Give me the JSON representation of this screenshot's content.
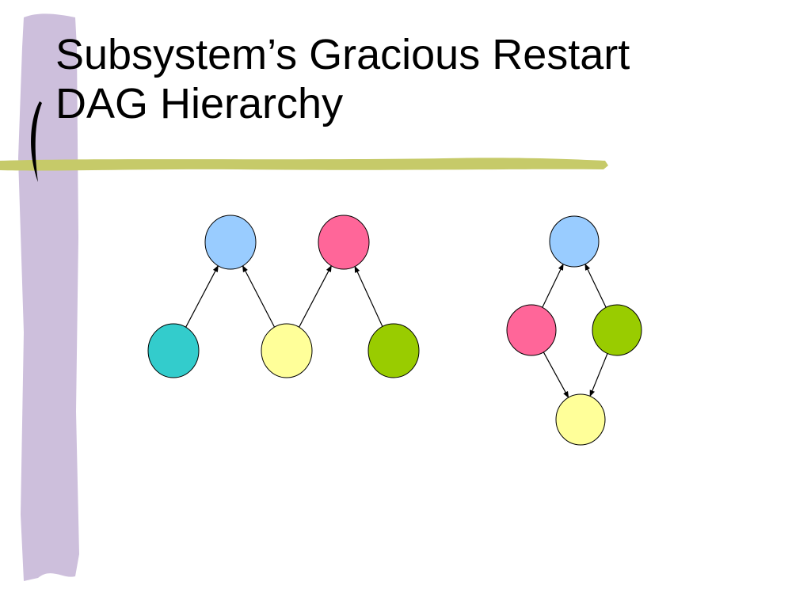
{
  "slide": {
    "title_line1": "Subsystem’s Gracious Restart",
    "title_line2": "DAG Hierarchy"
  },
  "theme": {
    "sidebar_color": "#cdbfdc",
    "underline_color": "#c6ca69",
    "bracket_color": "#000000"
  },
  "diagrams": [
    {
      "id": "dag-left",
      "nodes": [
        {
          "id": "A",
          "color": "#99ccff"
        },
        {
          "id": "B",
          "color": "#ff6699"
        },
        {
          "id": "C",
          "color": "#33cccc"
        },
        {
          "id": "D",
          "color": "#ffff99"
        },
        {
          "id": "E",
          "color": "#99cc00"
        }
      ],
      "edges": [
        {
          "from": "C",
          "to": "A"
        },
        {
          "from": "D",
          "to": "A"
        },
        {
          "from": "D",
          "to": "B"
        },
        {
          "from": "E",
          "to": "B"
        }
      ]
    },
    {
      "id": "dag-right",
      "nodes": [
        {
          "id": "A",
          "color": "#99ccff"
        },
        {
          "id": "B",
          "color": "#ff6699"
        },
        {
          "id": "C",
          "color": "#99cc00"
        },
        {
          "id": "D",
          "color": "#ffff99"
        }
      ],
      "edges": [
        {
          "from": "B",
          "to": "A"
        },
        {
          "from": "C",
          "to": "A"
        },
        {
          "from": "B",
          "to": "D"
        },
        {
          "from": "C",
          "to": "D"
        }
      ]
    }
  ]
}
